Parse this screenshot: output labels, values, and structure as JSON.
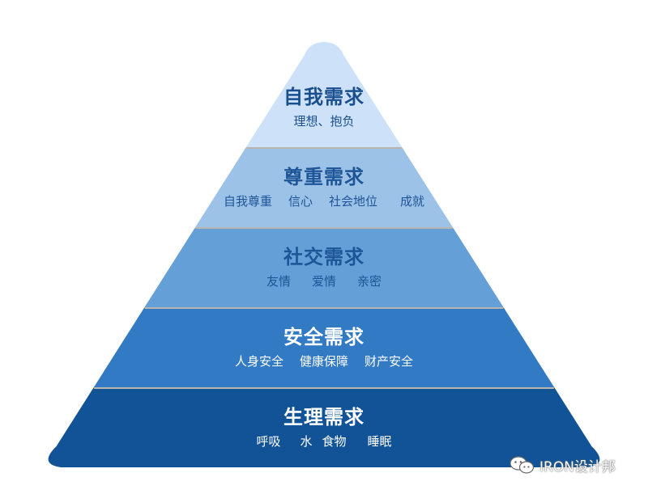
{
  "diagram": {
    "type": "maslow-pyramid",
    "tiers": [
      {
        "title": "自我需求",
        "items": [
          "理想、抱负"
        ],
        "fill": "#cde2f8",
        "text_color": "#1a4f8f"
      },
      {
        "title": "尊重需求",
        "items": [
          "自我尊重",
          "信心",
          "社会地位",
          "成就"
        ],
        "fill": "#9dc2e8",
        "text_color": "#1d5596"
      },
      {
        "title": "社交需求",
        "items": [
          "友情",
          "爱情",
          "亲密"
        ],
        "fill": "#659fd8",
        "text_color": "#1d5596"
      },
      {
        "title": "安全需求",
        "items": [
          "人身安全",
          "健康保障",
          "财产安全"
        ],
        "fill": "#337ac4",
        "text_color": "#ffffff"
      },
      {
        "title": "生理需求",
        "items": [
          "呼吸",
          "水",
          "食物",
          "睡眠"
        ],
        "fill": "#115396",
        "text_color": "#ffffff"
      }
    ],
    "separator_color": "#b9b4ad"
  },
  "watermark": {
    "icon": "wechat-icon",
    "text": "IRON设计邦"
  }
}
